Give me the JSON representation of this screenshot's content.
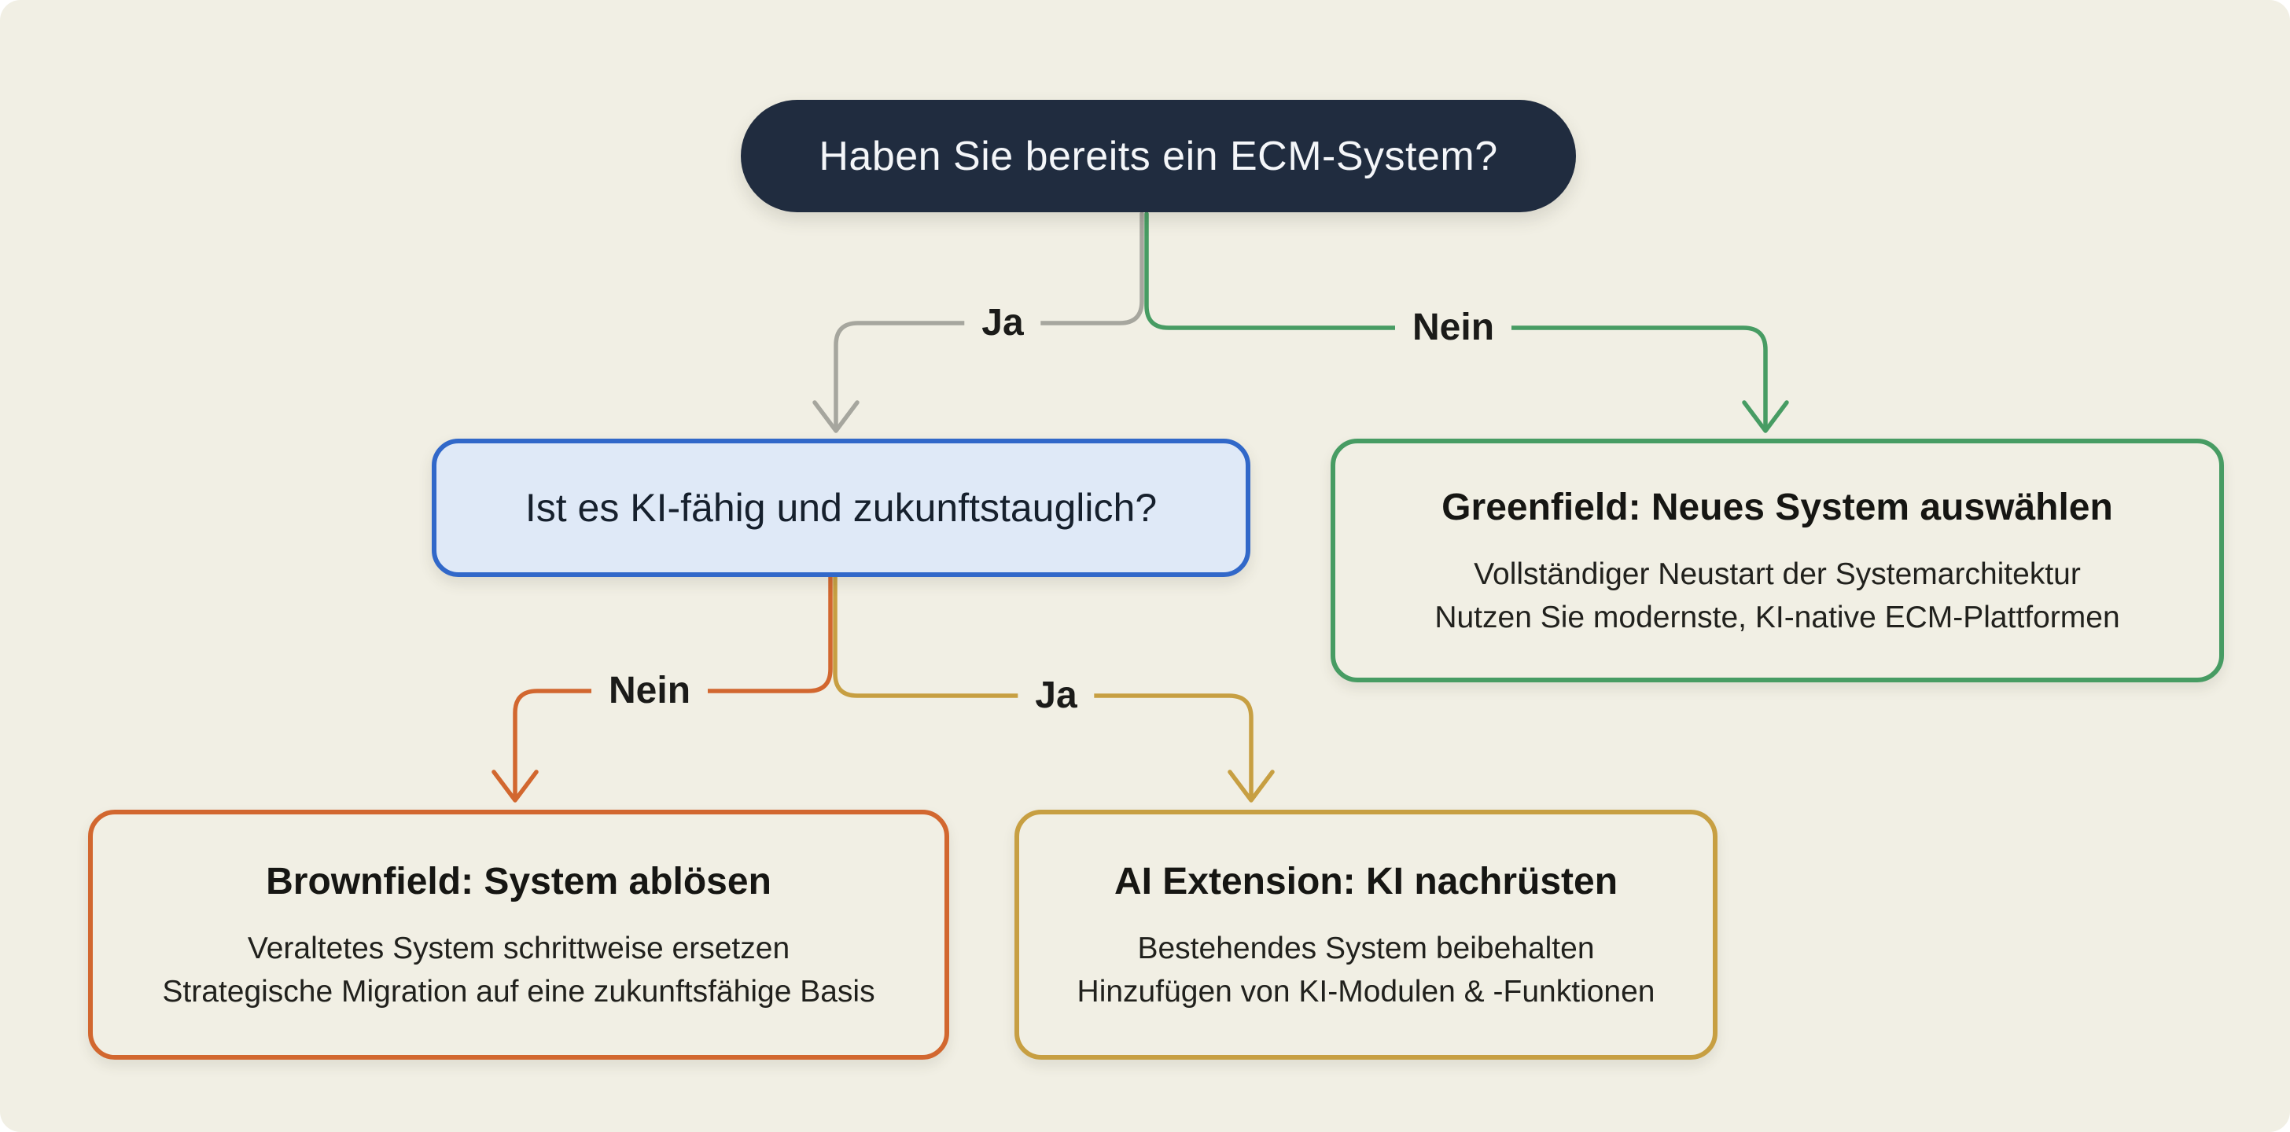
{
  "diagram": {
    "type": "decision-flowchart",
    "language": "de"
  },
  "colors": {
    "background": "#f1efe4",
    "root_fill": "#202c3f",
    "root_text": "#f4f6f9",
    "question_border": "#3168c9",
    "question_fill": "#dfe9f7",
    "branch_yes_top": "#a6a69e",
    "branch_no_top": "#479c63",
    "branch_no_mid": "#d2672f",
    "branch_yes_mid": "#c79f42",
    "text_dark": "#1b1b19"
  },
  "root": {
    "question": "Haben Sie bereits ein ECM-System?"
  },
  "edges": {
    "root_yes": "Ja",
    "root_no": "Nein",
    "q2_no": "Nein",
    "q2_yes": "Ja"
  },
  "nodes": {
    "question2": {
      "text": "Ist es KI-fähig und zukunftstauglich?"
    },
    "greenfield": {
      "title": "Greenfield: Neues System auswählen",
      "line1": "Vollständiger Neustart der Systemarchitektur",
      "line2": "Nutzen Sie modernste, KI-native ECM-Plattformen"
    },
    "brownfield": {
      "title": "Brownfield: System ablösen",
      "line1": "Veraltetes System schrittweise ersetzen",
      "line2": "Strategische Migration auf eine zukunftsfähige Basis"
    },
    "ai_extension": {
      "title": "AI Extension: KI nachrüsten",
      "line1": "Bestehendes System beibehalten",
      "line2": "Hinzufügen von KI-Modulen & -Funktionen"
    }
  }
}
